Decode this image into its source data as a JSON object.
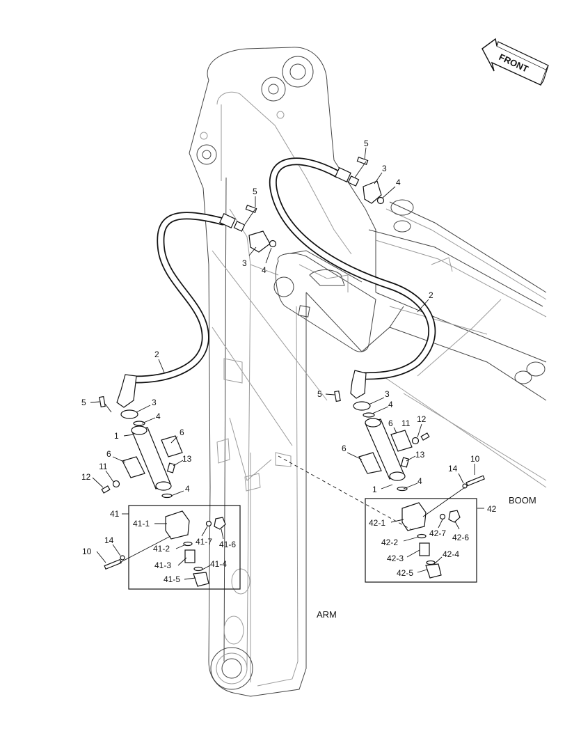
{
  "direction": {
    "label": "FRONT"
  },
  "areas": {
    "boom": "BOOM",
    "arm": "ARM"
  },
  "callouts": {
    "c1": "1",
    "c2": "2",
    "c3": "3",
    "c4": "4",
    "c5": "5",
    "c6": "6",
    "c10": "10",
    "c11": "11",
    "c12": "12",
    "c13": "13",
    "c14": "14",
    "c41": "41",
    "c42": "42",
    "c41_1": "41-1",
    "c41_2": "41-2",
    "c41_3": "41-3",
    "c41_4": "41-4",
    "c41_5": "41-5",
    "c41_6": "41-6",
    "c41_7": "41-7",
    "c42_1": "42-1",
    "c42_2": "42-2",
    "c42_3": "42-3",
    "c42_4": "42-4",
    "c42_5": "42-5",
    "c42_6": "42-6",
    "c42_7": "42-7"
  }
}
